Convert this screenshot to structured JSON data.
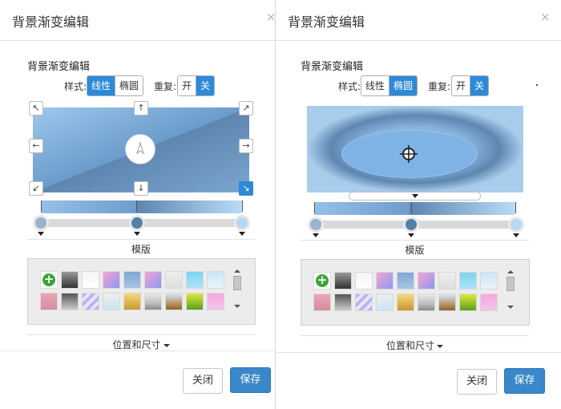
{
  "dialogs": [
    {
      "title": "背景渐变编辑",
      "close_icon": "×",
      "section_title": "背景渐变编辑",
      "style_label": "样式:",
      "style_options": [
        "线性",
        "椭圆"
      ],
      "style_selected": "线性",
      "repeat_label": "重复:",
      "repeat_options": [
        "开",
        "关"
      ],
      "repeat_selected": "关",
      "templates_title": "模版",
      "position_size_label": "位置和尺寸",
      "close_button": "关闭",
      "save_button": "保存"
    },
    {
      "title": "背景渐变编辑",
      "close_icon": "×",
      "section_title": "背景渐变编辑",
      "style_label": "样式:",
      "style_options": [
        "线性",
        "椭圆"
      ],
      "style_selected": "椭圆",
      "repeat_label": "重复:",
      "repeat_options": [
        "开",
        "关"
      ],
      "repeat_selected": "关",
      "templates_title": "模版",
      "position_size_label": "位置和尺寸",
      "close_button": "关闭",
      "save_button": "保存"
    }
  ],
  "colors": {
    "accent": "#2d8ad8",
    "save_button": "#3a87c9",
    "gradient_start": "#95c0e8",
    "gradient_mid": "#5e86b0",
    "gradient_end": "#b9dcf6"
  },
  "gradient_stops": [
    {
      "color": "#9bb3cc",
      "position_percent": 0
    },
    {
      "color": "#567fa6",
      "position_percent": 44
    },
    {
      "color": "#b6d8f5",
      "position_percent": 100
    }
  ],
  "icons": {
    "direction_arrows": [
      "arrow-up-left-icon",
      "arrow-up-icon",
      "arrow-up-right-icon",
      "arrow-left-icon",
      "arrow-right-icon",
      "arrow-down-left-icon",
      "arrow-down-icon",
      "arrow-down-right-icon"
    ],
    "selected_direction": "arrow-down-right-icon",
    "angle_dial": "angle-dial-icon",
    "center_target": "crosshair-icon",
    "add_template": "plus-circle-icon"
  },
  "templates": [
    [
      "linear-gradient(#999,#333)",
      "linear-gradient(#f4f4f4,#fff)",
      "linear-gradient(135deg,#f7a3d0,#8a9af3)",
      "linear-gradient(#7ea6d6,#a9c4e3)",
      "linear-gradient(135deg,#f7a3d0,#8a9af3)",
      "linear-gradient(#eee,#ddd)",
      "linear-gradient(#7ed2f2,#aee3f6)",
      "linear-gradient(#cde6f8,#e8f4fc)"
    ],
    [
      "linear-gradient(#e8a6b4,#d88c9c)",
      "linear-gradient(#555,#ccc)",
      "repeating-linear-gradient(135deg,#b9b4ee 0 4px,#e9e6fb 4px 8px)",
      "linear-gradient(#eee,#cde3f3)",
      "linear-gradient(#f7d77c,#c59a2e)",
      "linear-gradient(#e9e9e9,#bdbdbd 60%,#8a8a8a)",
      "linear-gradient(#d8e8f5,#b28a55 70%,#8a6330)",
      "linear-gradient(#dde93a,#5aa01e)",
      "linear-gradient(#f8a6e0,#f3c4ee)"
    ]
  ]
}
